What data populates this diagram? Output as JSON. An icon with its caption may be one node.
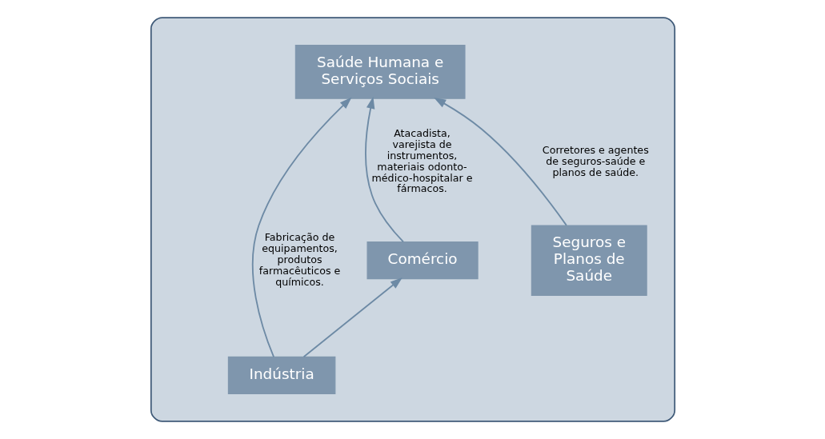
{
  "diagram": {
    "nodes": [
      {
        "text": [],
        "shape": "ellipse"
      },
      {
        "text": [
          "Saúde Humana e Serviços Sociais"
        ],
        "in": 0
      },
      {
        "text": [
          "Comércio"
        ],
        "in": 0
      },
      {
        "text": [
          "Seguros e Planos de Saúde"
        ],
        "in": 0
      },
      {
        "text": [
          "Indústria"
        ],
        "in": 0
      }
    ],
    "edges": [
      {
        "from": 2,
        "to": 1,
        "arrow": "to",
        "label": "Atacadista, varejista de instrumentos, materiais odonto-médico-hospitalar e fármacos."
      },
      {
        "from": 4,
        "to": 1,
        "arrow": "to",
        "label": "Fabricação de equipamentos, produtos farmacêuticos e químicos."
      },
      {
        "from": 3,
        "to": 1,
        "arrow": "to",
        "label": "Corretores e agentes de seguros-saúde e planos de saúde."
      },
      {
        "from": 4,
        "to": 2,
        "arrow": "to"
      }
    ]
  }
}
